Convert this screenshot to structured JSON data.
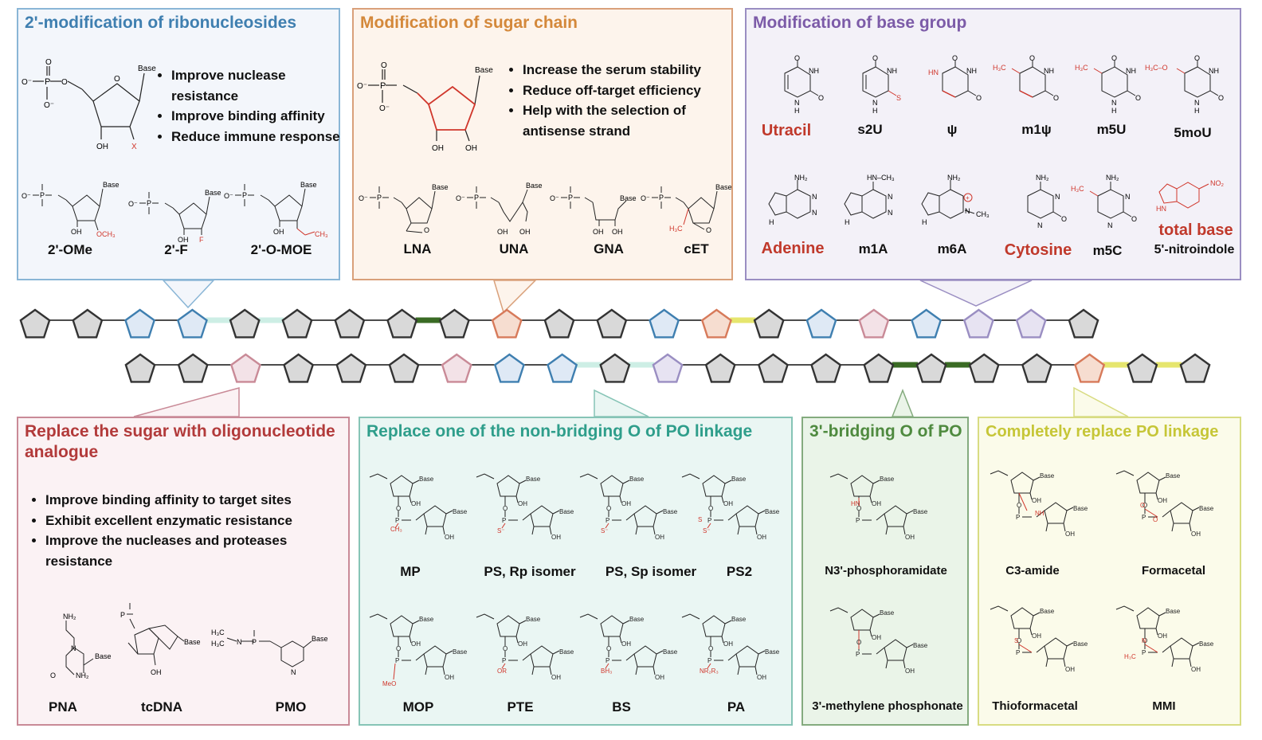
{
  "panels": {
    "ribo": {
      "title": "2'-modification of ribonucleosides",
      "bullets": [
        "Improve nuclease resistance",
        "Improve binding affinity",
        "Reduce immune response"
      ],
      "labels": [
        "2'-OMe",
        "2'-F",
        "2'-O-MOE"
      ]
    },
    "sugar": {
      "title": "Modification of sugar chain",
      "bullets": [
        "Increase the serum stability",
        "Reduce off-target efficiency",
        "Help with the selection of antisense strand"
      ],
      "labels": [
        "LNA",
        "UNA",
        "GNA",
        "cET"
      ]
    },
    "base": {
      "title": "Modification of base group",
      "labels_row1": [
        "Utracil",
        "s2U",
        "ψ",
        "m1ψ",
        "m5U",
        "5moU"
      ],
      "labels_row2": [
        "Adenine",
        "m1A",
        "m6A",
        "Cytosine",
        "m5C",
        "5'-nitroindole"
      ],
      "total_base": "total base"
    },
    "replace_sugar": {
      "title": "Replace the sugar with oligonucleotide analogue",
      "bullets": [
        "Improve binding affinity to target sites",
        "Exhibit excellent enzymatic resistance",
        "Improve the nucleases and proteases resistance"
      ],
      "labels": [
        "PNA",
        "tcDNA",
        "PMO"
      ]
    },
    "nonbridging": {
      "title": "Replace one of the non-bridging O of PO linkage",
      "labels_row1": [
        "MP",
        "PS,  Rp isomer",
        "PS,  Sp isomer",
        "PS2"
      ],
      "labels_row2": [
        "MOP",
        "PTE",
        "BS",
        "PA"
      ]
    },
    "bridging": {
      "title": "3'-bridging O of PO",
      "labels": [
        "N3'-phosphoramidate",
        "3'-methylene phosphonate"
      ]
    },
    "replace_po": {
      "title": "Completely replace PO linkage",
      "labels": [
        "C3-amide",
        "Formacetal",
        "Thioformacetal",
        "MMI"
      ]
    }
  },
  "chem_text": {
    "base": "Base",
    "oh": "OH",
    "o": "O",
    "o_minus": "O⁻",
    "p": "P",
    "x": "X",
    "och3": "OCH₃",
    "f": "F",
    "ch3": "CH₃",
    "h3c": "H₃C",
    "h3co": "H₃C–O",
    "nh": "NH",
    "hn": "HN",
    "n": "N",
    "h": "H",
    "s": "S",
    "nh2": "NH₂",
    "no2": "NO₂",
    "hn_ch3": "HN–CH₃",
    "plus": "+",
    "ch3_pos": "CH₃",
    "s_minus": "S⁻",
    "or": "OR",
    "bh3": "BH₃",
    "nr2r3": "NR₂R₃",
    "meo": "MeO"
  },
  "colors": {
    "ribo": "#8ab6d6",
    "sugar": "#d9a07a",
    "base": "#9a8ec2",
    "replace_sugar": "#c98a97",
    "nonbridging": "#86c4b6",
    "bridging": "#84ab7e",
    "replace_po": "#d8dc82",
    "title_ribo": "#3f7fb0",
    "title_sugar": "#d4883a",
    "title_base": "#7c5ba8",
    "title_replace_sugar": "#b23a3a",
    "title_nonbridging": "#2f9e8b",
    "title_bridging": "#4f8a3f",
    "title_replace_po": "#c6c637",
    "red": "#d0362b",
    "dark_green": "#3a6b24",
    "light_teal": "#cdeee5",
    "yellow": "#e6e66e"
  },
  "chain": {
    "top_fill": [
      "g",
      "g",
      "b",
      "b",
      "g",
      "g",
      "g",
      "g",
      "g",
      "o",
      "g",
      "g",
      "b",
      "o",
      "g",
      "b",
      "p",
      "b",
      "v",
      "v",
      "g"
    ],
    "bottom_fill": [
      "g",
      "g",
      "p",
      "g",
      "g",
      "g",
      "p",
      "b",
      "b",
      "g",
      "v",
      "g",
      "g",
      "g",
      "g",
      "g",
      "g",
      "g",
      "o",
      "g",
      "g"
    ],
    "top_links": [
      "n",
      "n",
      "n",
      "t",
      "t",
      "n",
      "n",
      "d",
      "n",
      "n",
      "n",
      "n",
      "n",
      "y",
      "n",
      "n",
      "n",
      "n",
      "n",
      "n"
    ],
    "bottom_links": [
      "n",
      "n",
      "n",
      "n",
      "n",
      "n",
      "n",
      "n",
      "t",
      "t",
      "n",
      "n",
      "n",
      "n",
      "d",
      "d",
      "n",
      "n",
      "y",
      "y"
    ]
  }
}
